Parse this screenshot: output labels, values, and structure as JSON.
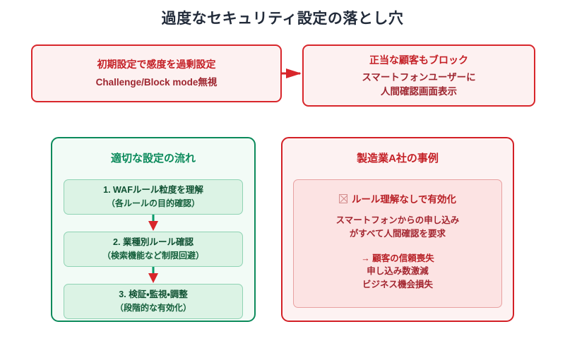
{
  "title": "過度なセキュリティ設定の落とし穴",
  "colors": {
    "title_text": "#222b3a",
    "red_border": "#d32026",
    "red_text": "#c42026",
    "red_fill": "#fdf2f2",
    "inner_red_fill": "#fce3e3",
    "inner_red_border": "#e8a0a0",
    "green_border": "#0b8a5b",
    "green_text": "#0b8a5b",
    "green_fill": "#f2fbf6",
    "step_fill": "#dcf3e5",
    "step_border": "#8fd3b4",
    "arrow_stem": "#0a9b6b",
    "arrow_head": "#d8262b",
    "canvas": "#ffffff"
  },
  "top_row": {
    "cause": {
      "title": "初期設定で感度を過剰設定",
      "subtitle": "Challenge/Block mode無視"
    },
    "arrow": "arrow-right",
    "effect": {
      "title": "正当な顧客もブロック",
      "subtitle_line1": "スマートフォンユーザーに",
      "subtitle_line2": "人間確認画面表示"
    }
  },
  "flow_panel": {
    "heading": "適切な設定の流れ",
    "steps": [
      {
        "main": "1. WAFルール粒度を理解",
        "sub": "（各ルールの目的確認）"
      },
      {
        "main": "2. 業種別ルール確認",
        "sub": "（検索機能など制限回避）"
      },
      {
        "main": "3. 検証・監視・調整",
        "sub": "（段階的な有効化）"
      }
    ]
  },
  "case_panel": {
    "heading": "製造業A社の事例",
    "card": {
      "icon": "tofu-box-icon",
      "headline": "ルール理解なしで有効化",
      "detail_line1": "スマートフォンからの申し込み",
      "detail_line2": "がすべて人間確認を要求",
      "impact_line1": "→ 顧客の信頼喪失",
      "impact_line2": "申し込み数激減",
      "impact_line3": "ビジネス機会損失"
    }
  }
}
